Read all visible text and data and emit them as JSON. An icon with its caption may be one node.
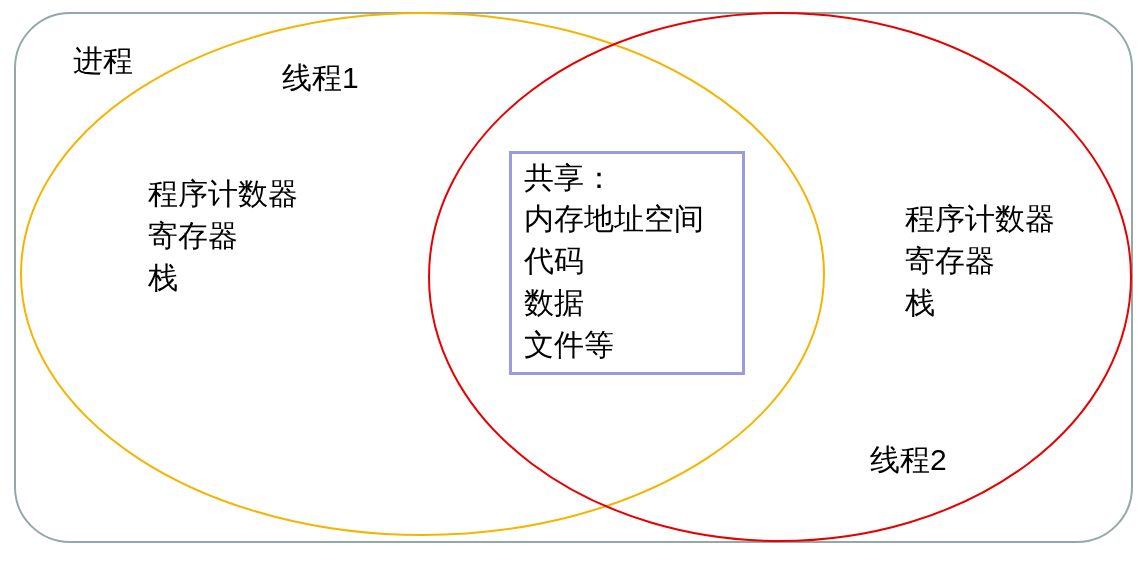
{
  "diagram": {
    "nodes": [
      {
        "text": [
          "进程"
        ]
      },
      {
        "text": [
          "线程1",
          "程序计数器",
          "寄存器",
          "栈"
        ],
        "in": 0
      },
      {
        "text": [
          "程序计数器",
          "寄存器",
          "栈",
          "线程2"
        ],
        "in": 0
      },
      {
        "text": [
          "共享：",
          "内存地址空间",
          "代码",
          "数据",
          "文件等"
        ]
      }
    ]
  }
}
